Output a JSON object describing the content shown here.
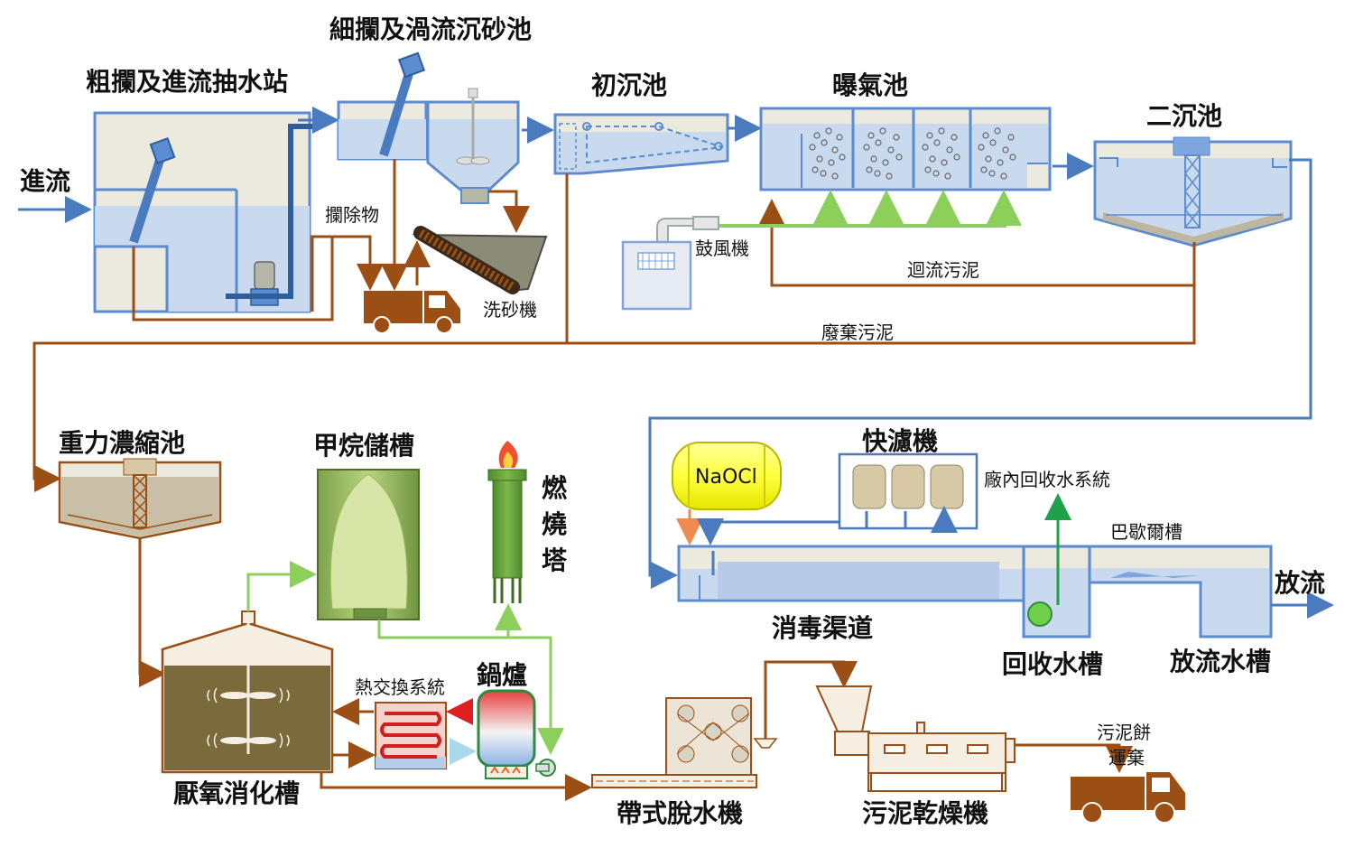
{
  "labels": {
    "inflow": "進流",
    "coarse_screen": "粗攔及進流抽水站",
    "fine_screen": "細攔及渦流沉砂池",
    "primary": "初沉池",
    "aeration": "曝氣池",
    "secondary": "二沉池",
    "screenings": "攔除物",
    "sand_washer": "洗砂機",
    "blower": "鼓風機",
    "return_sludge": "迴流污泥",
    "waste_sludge": "廢棄污泥",
    "gravity_thickener": "重力濃縮池",
    "methane_tank": "甲烷儲槽",
    "flare": "燃燒塔",
    "fast_filter": "快濾機",
    "naocl": "NaOCl",
    "reuse_system": "廠內回收水系統",
    "parshall": "巴歇爾槽",
    "discharge": "放流",
    "disinfection": "消毒渠道",
    "recycle_tank": "回收水槽",
    "discharge_tank": "放流水槽",
    "heat_exchanger": "熱交換系統",
    "boiler": "鍋爐",
    "digester": "厭氧消化槽",
    "belt_press": "帶式脫水機",
    "dryer": "污泥乾燥機",
    "cake_transport": "污泥餅運棄"
  },
  "colors": {
    "water": "#4a7bbf",
    "sludge": "#9b4f14",
    "gas": "#8ccf5a",
    "tank_fill": "#c9d9ee",
    "tank_top": "#ece9df"
  }
}
